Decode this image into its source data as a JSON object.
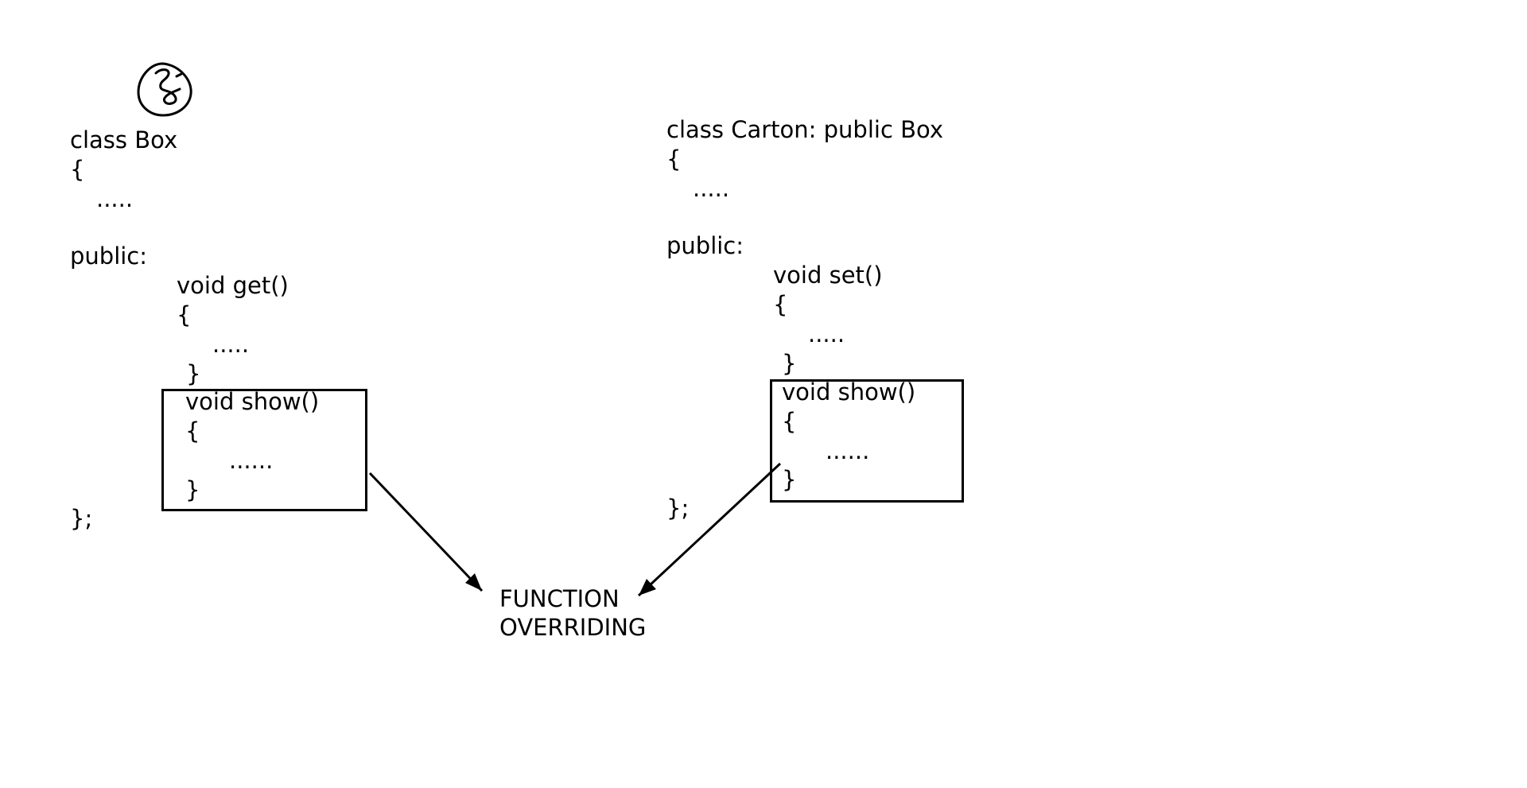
{
  "left_class": {
    "header": "class Box",
    "open_brace": "{",
    "ellipsis": ".....",
    "access": "public:",
    "method1": {
      "signature": "void get()",
      "open": "{",
      "body": ".....",
      "close": "}"
    },
    "method2": {
      "signature": "void show()",
      "open": "{",
      "body": "......",
      "close": "}"
    },
    "close": "};"
  },
  "right_class": {
    "header": "class Carton: public Box",
    "open_brace": "{",
    "ellipsis": ".....",
    "access": "public:",
    "method1": {
      "signature": "void set()",
      "open": "{",
      "body": ".....",
      "close": "}"
    },
    "method2": {
      "signature": "void show()",
      "open": "{",
      "body": "......",
      "close": "}"
    },
    "close": "};"
  },
  "label": {
    "line1": "FUNCTION",
    "line2": "OVERRIDING"
  }
}
